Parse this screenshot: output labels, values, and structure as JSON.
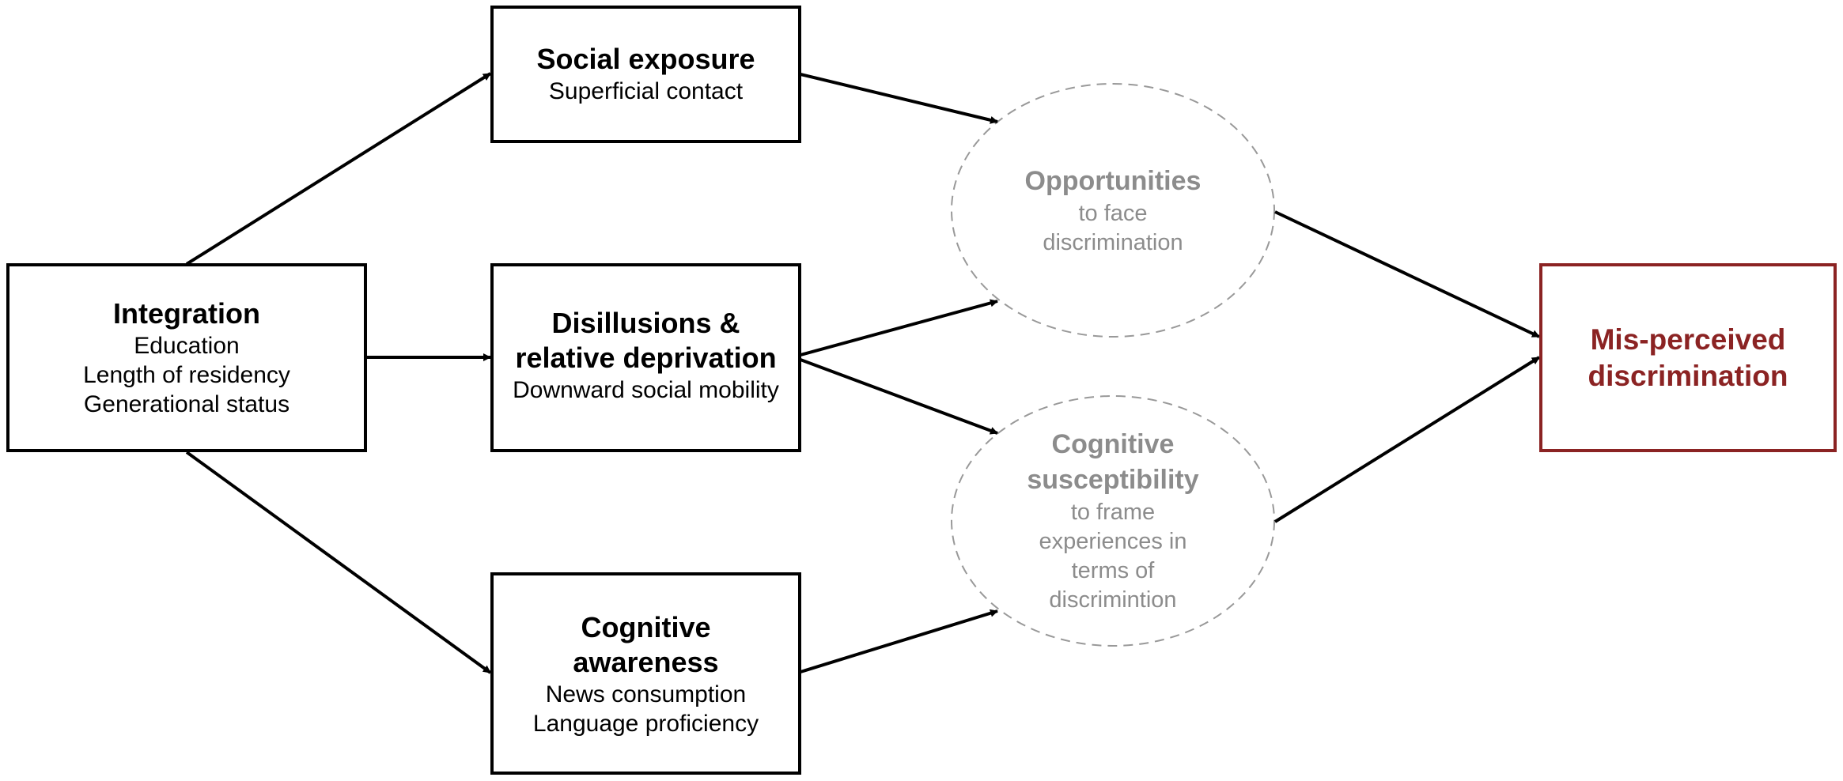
{
  "integration": {
    "title": "Integration",
    "lines": [
      "Education",
      "Length of residency",
      "Generational status"
    ]
  },
  "social_exposure": {
    "title": "Social exposure",
    "lines": [
      "Superficial contact"
    ]
  },
  "disillusions": {
    "title_1": "Disillusions &",
    "title_2": "relative deprivation",
    "lines": [
      "Downward social mobility"
    ]
  },
  "cognitive_awareness": {
    "title_1": "Cognitive",
    "title_2": "awareness",
    "lines": [
      "News consumption",
      "Language proficiency"
    ]
  },
  "opportunities": {
    "title": "Opportunities",
    "lines": [
      "to face",
      "discrimination"
    ]
  },
  "cognitive_susceptibility": {
    "title_1": "Cognitive",
    "title_2": "susceptibility",
    "lines": [
      "to frame",
      "experiences in",
      "terms of",
      "discrimintion"
    ]
  },
  "outcome": {
    "title_1": "Mis-perceived",
    "title_2": "discrimination",
    "color": "#8b2323"
  },
  "colors": {
    "box_border": "#000000",
    "ellipse_stroke": "#999999",
    "ellipse_text": "#8c8c8c",
    "arrow": "#000000"
  }
}
